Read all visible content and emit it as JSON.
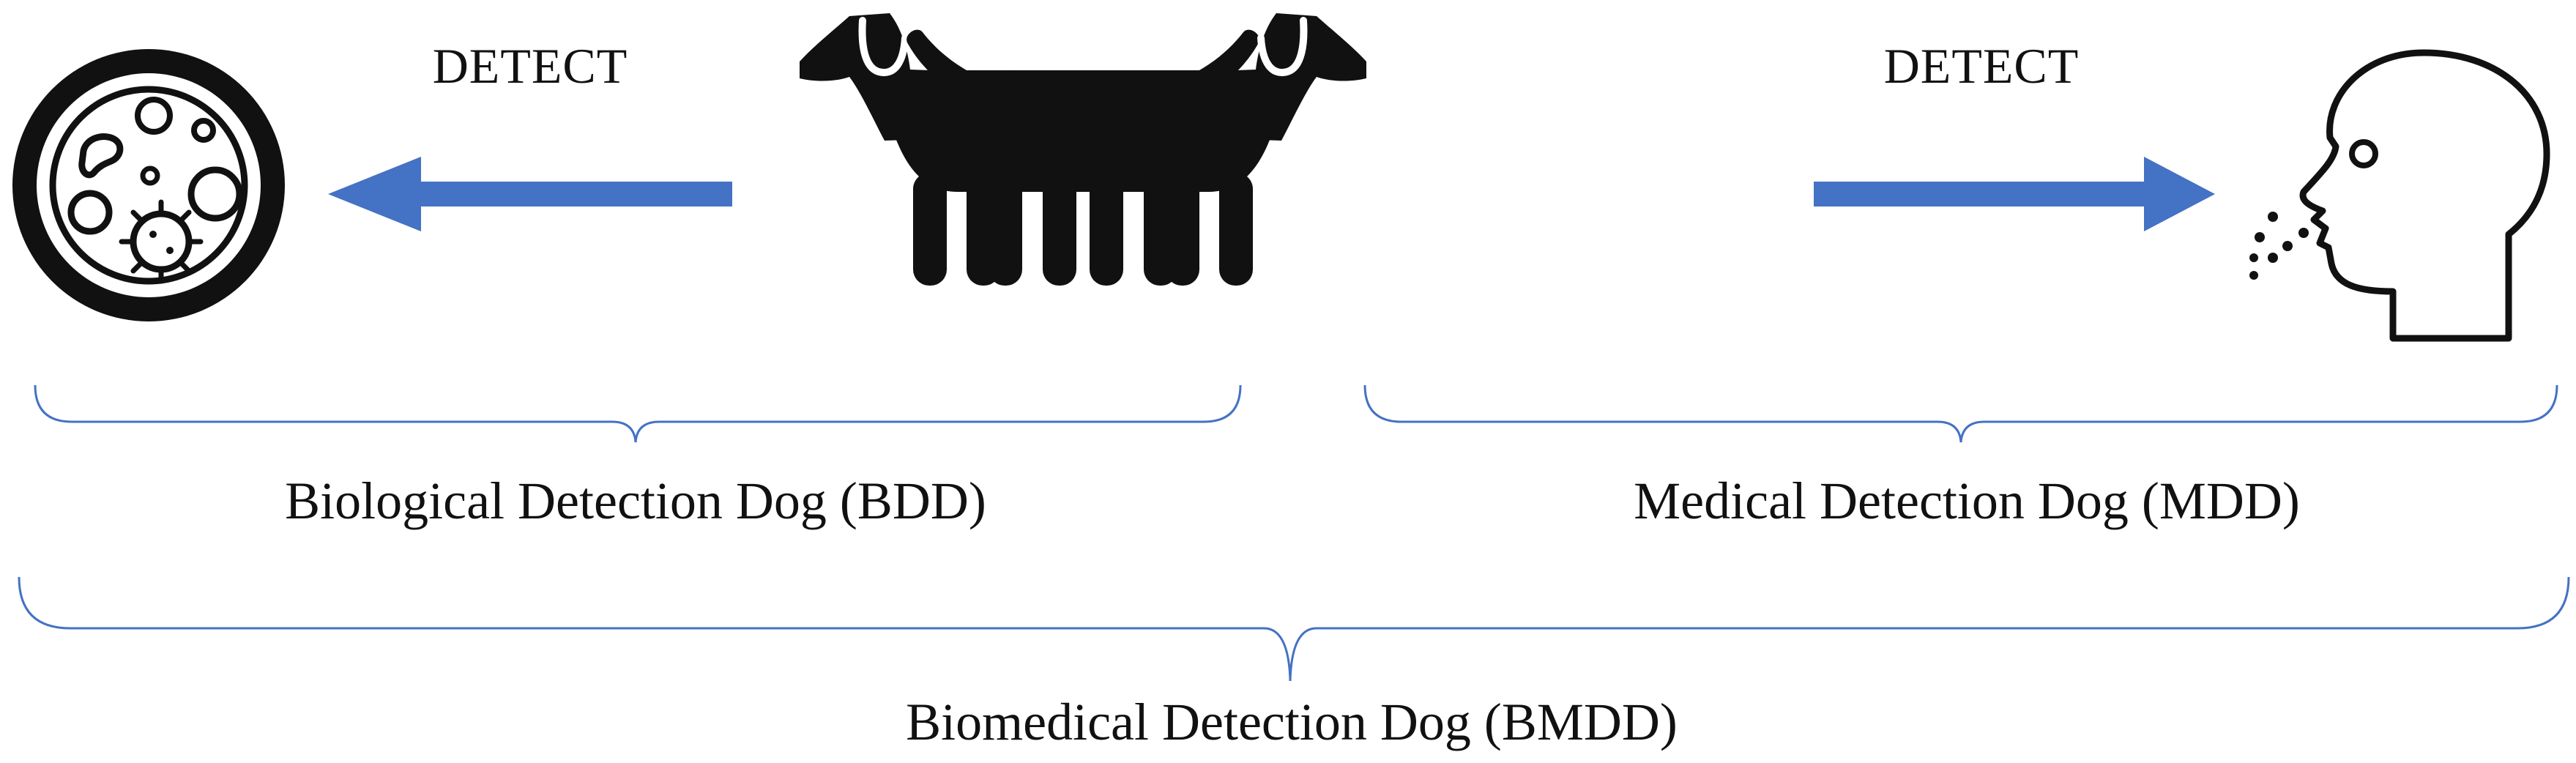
{
  "labels": {
    "detect_left": "DETECT",
    "detect_right": "DETECT",
    "bdd": "Biological Detection Dog (BDD)",
    "mdd": "Medical Detection Dog (MDD)",
    "bmdd": "Biomedical Detection Dog (BMDD)"
  },
  "icons": {
    "left_target": "petri-dish-icon",
    "left_dog": "dog-icon",
    "right_dog": "dog-icon",
    "right_target": "human-head-breath-icon"
  },
  "colors": {
    "arrow": "#4472C4",
    "bracket": "#4472C4",
    "icon": "#111111",
    "text": "#111111"
  }
}
